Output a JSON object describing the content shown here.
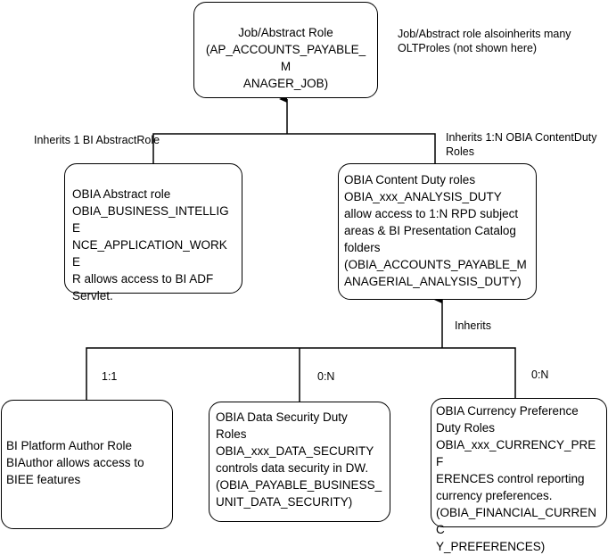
{
  "nodes": {
    "job_role": {
      "lines": [
        "Job/Abstract Role",
        "(AP_ACCOUNTS_PAYABLE_M",
        "ANAGER_JOB)"
      ]
    },
    "abstract_role": {
      "lines": [
        "OBIA Abstract role",
        "OBIA_BUSINESS_INTELLIGE",
        "NCE_APPLICATION_WORKE",
        "R allows access to BI ADF",
        "Servlet."
      ]
    },
    "content_duty": {
      "lines": [
        "OBIA Content Duty roles",
        "OBIA_xxx_ANALYSIS_DUTY",
        "allow access to 1:N RPD subject",
        "areas & BI Presentation Catalog",
        "folders",
        "(OBIA_ACCOUNTS_PAYABLE_M",
        "ANAGERIAL_ANALYSIS_DUTY)"
      ]
    },
    "bi_author": {
      "lines": [
        "BI Platform Author Role",
        "BIAuthor allows access to",
        "BIEE features"
      ]
    },
    "data_security": {
      "lines": [
        "OBIA Data Security Duty",
        "Roles",
        "OBIA_xxx_DATA_SECURITY",
        "controls data security in DW.",
        "(OBIA_PAYABLE_BUSINESS_",
        "UNIT_DATA_SECURITY)"
      ]
    },
    "currency_pref": {
      "lines": [
        "OBIA Currency Preference",
        "Duty Roles",
        "OBIA_xxx_CURRENCY_PREF",
        "ERENCES control reporting",
        "currency preferences.",
        "(OBIA_FINANCIAL_CURRENC",
        "Y_PREFERENCES)"
      ]
    }
  },
  "annotations": {
    "oltp_note": {
      "lines": [
        "Job/Abstract role also",
        "inherits  many OLTP",
        "roles (not shown here)"
      ]
    },
    "inherits_abstract": {
      "lines": [
        "Inherits 1 BI Abstract",
        "Role"
      ]
    },
    "inherits_content": {
      "lines": [
        "Inherits  1:N OBIA Content",
        "Duty Roles"
      ]
    },
    "inherits": {
      "lines": [
        "Inherits"
      ]
    },
    "card_1_1": {
      "lines": [
        "1:1"
      ]
    },
    "card_0_n_a": {
      "lines": [
        "0:N"
      ]
    },
    "card_0_n_b": {
      "lines": [
        "0:N"
      ]
    }
  },
  "edges": [
    {
      "from": "abstract_role",
      "to": "job_role",
      "label": "inherits_abstract"
    },
    {
      "from": "content_duty",
      "to": "job_role",
      "label": "inherits_content"
    },
    {
      "from": "bi_author",
      "to": "content_duty",
      "label": "card_1_1"
    },
    {
      "from": "data_security",
      "to": "content_duty",
      "label": "card_0_n_a"
    },
    {
      "from": "currency_pref",
      "to": "content_duty",
      "label": "card_0_n_b"
    }
  ]
}
